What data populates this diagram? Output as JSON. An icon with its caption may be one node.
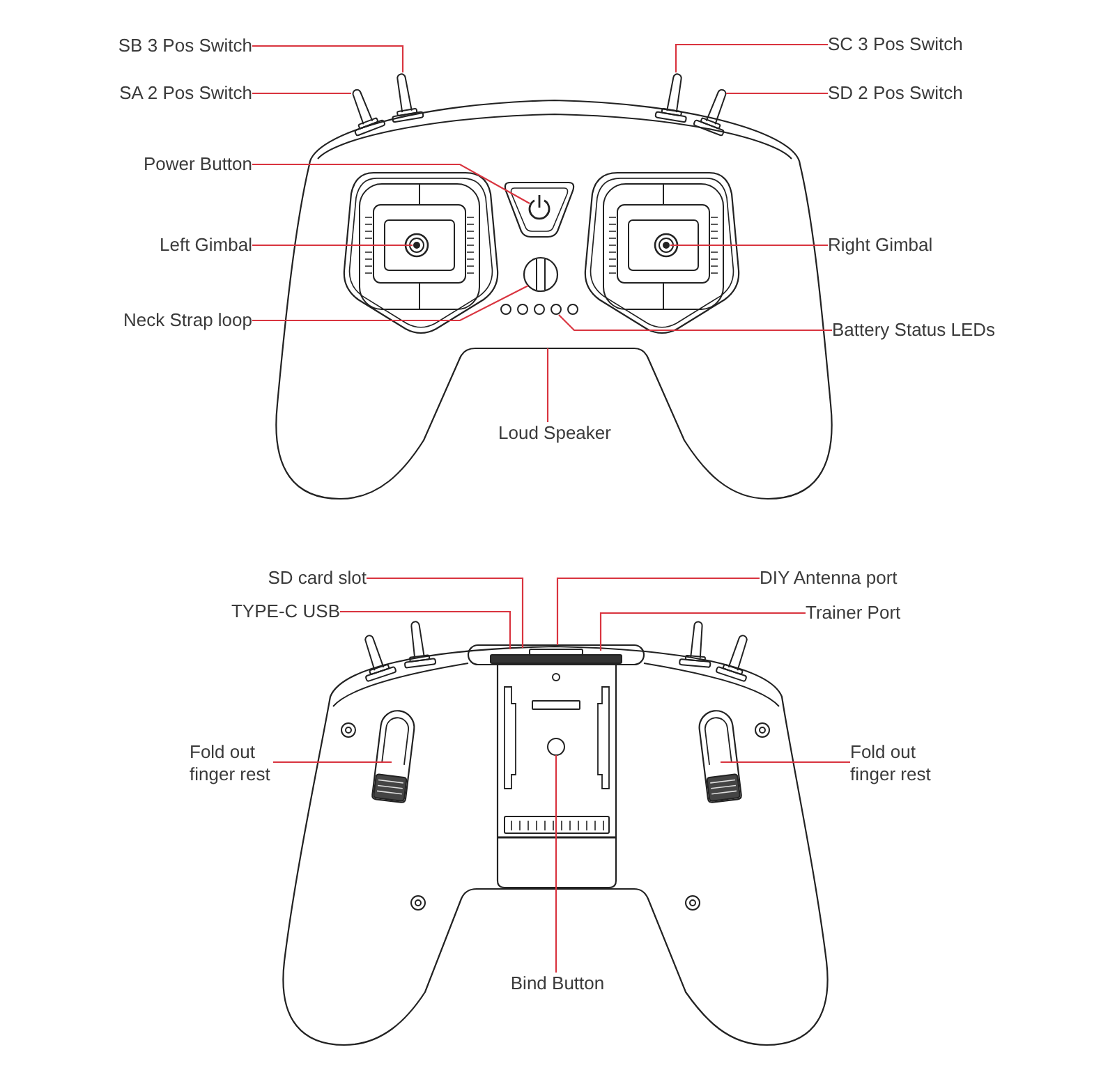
{
  "diagram": {
    "nodes": [
      {
        "text": [
          "SB 3 Pos Switch"
        ]
      },
      {
        "text": [
          "SC 3 Pos Switch"
        ]
      },
      {
        "text": [
          "SA 2 Pos Switch"
        ]
      },
      {
        "text": [
          "SD 2 Pos Switch"
        ]
      },
      {
        "text": [
          "Power Button"
        ]
      },
      {
        "text": [
          "Left Gimbal"
        ]
      },
      {
        "text": [
          "Right Gimbal"
        ]
      },
      {
        "text": [
          "Neck Strap loop"
        ]
      },
      {
        "text": [
          "Battery Status LEDs"
        ]
      },
      {
        "text": [
          "Loud Speaker"
        ]
      },
      {
        "text": [
          "SD card slot"
        ]
      },
      {
        "text": [
          "DIY Antenna port"
        ]
      },
      {
        "text": [
          "TYPE-C USB"
        ]
      },
      {
        "text": [
          "Trainer Port"
        ]
      },
      {
        "text": [
          "Fold out finger rest"
        ]
      },
      {
        "text": [
          "Fold out finger rest"
        ]
      },
      {
        "text": [
          "Bind Button"
        ]
      }
    ],
    "edges": [
      {
        "from": 0,
        "to": null,
        "arrow": "none"
      },
      {
        "from": 1,
        "to": null,
        "arrow": "none"
      },
      {
        "from": 2,
        "to": null,
        "arrow": "none"
      },
      {
        "from": 3,
        "to": null,
        "arrow": "none"
      },
      {
        "from": 4,
        "to": null,
        "arrow": "none"
      },
      {
        "from": 5,
        "to": null,
        "arrow": "none"
      },
      {
        "from": 6,
        "to": null,
        "arrow": "none"
      },
      {
        "from": 7,
        "to": null,
        "arrow": "none"
      },
      {
        "from": 8,
        "to": null,
        "arrow": "none"
      },
      {
        "from": 9,
        "to": null,
        "arrow": "none"
      },
      {
        "from": 10,
        "to": null,
        "arrow": "none"
      },
      {
        "from": 11,
        "to": null,
        "arrow": "none"
      },
      {
        "from": 12,
        "to": null,
        "arrow": "none"
      },
      {
        "from": 13,
        "to": null,
        "arrow": "none"
      },
      {
        "from": 14,
        "to": null,
        "arrow": "none"
      },
      {
        "from": 15,
        "to": null,
        "arrow": "none"
      },
      {
        "from": 16,
        "to": null,
        "arrow": "none"
      }
    ]
  }
}
